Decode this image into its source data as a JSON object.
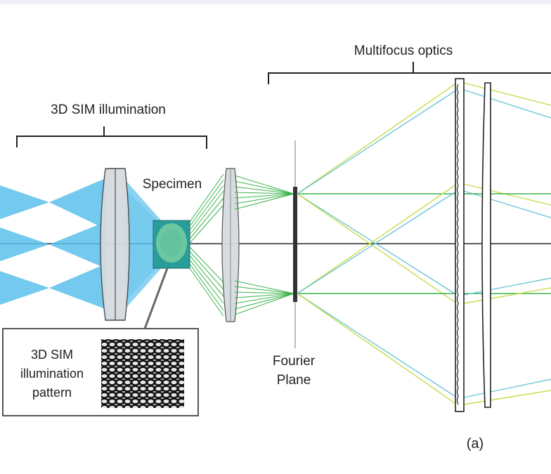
{
  "labels": {
    "multifocus_optics": "Multifocus optics",
    "sim_illumination": "3D SIM illumination",
    "specimen": "Specimen",
    "fourier_plane_line1": "Fourier",
    "fourier_plane_line2": "Plane",
    "panel": "(a)"
  },
  "inset": {
    "line1": "3D SIM",
    "line2": "illumination",
    "line3": "pattern"
  },
  "colors": {
    "illumination_blue": "#5bc0eb",
    "emission_green": "#3ab34a",
    "ray_yellow": "#c8dc4a",
    "ray_cyan": "#6cc6d8",
    "lens_gray": "#d5dade",
    "specimen_teal": "#2a9d9a",
    "specimen_blob": "#7fd3a0"
  },
  "icons": {
    "lens": "lens-icon",
    "grating": "grating-icon",
    "specimen": "specimen-icon"
  }
}
